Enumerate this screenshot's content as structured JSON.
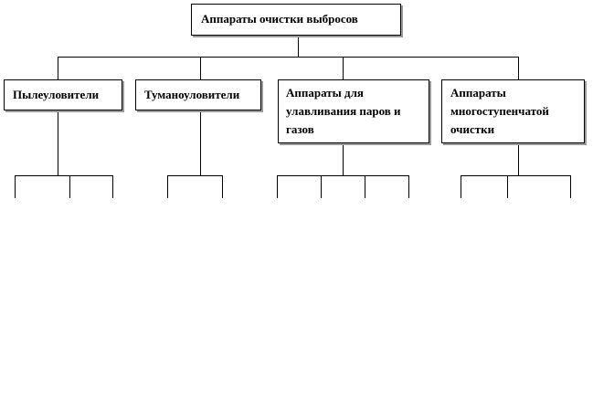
{
  "diagram": {
    "root": {
      "label": "Аппараты очистки выбросов"
    },
    "categories": [
      {
        "label": "Пылеуловители"
      },
      {
        "label": "Туманоуловители"
      },
      {
        "label": "Аппараты для улавливания паров и газов"
      },
      {
        "label": "Аппараты многоступенчатой очистки"
      }
    ]
  }
}
